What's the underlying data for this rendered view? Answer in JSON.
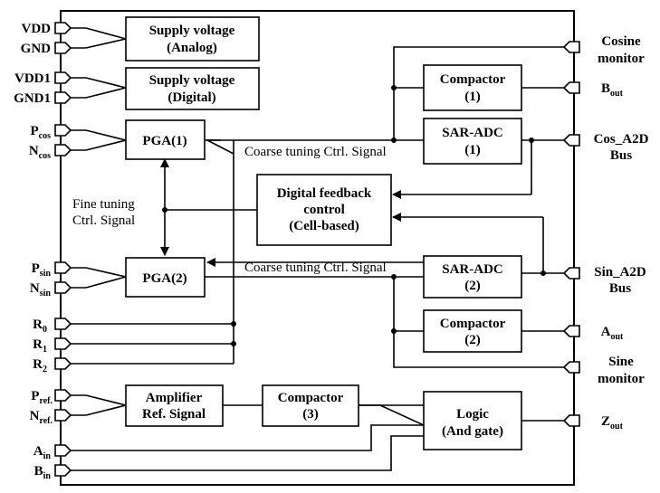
{
  "blocks": {
    "supply_analog": [
      "Supply voltage",
      "(Analog)"
    ],
    "supply_digital": [
      "Supply voltage",
      "(Digital)"
    ],
    "pga1": "PGA(1)",
    "pga2": "PGA(2)",
    "compactor1": [
      "Compactor",
      "(1)"
    ],
    "sar_adc1": [
      "SAR-ADC",
      "(1)"
    ],
    "digital_feedback": [
      "Digital feedback",
      "control",
      "(Cell-based)"
    ],
    "sar_adc2": [
      "SAR-ADC",
      "(2)"
    ],
    "compactor2": [
      "Compactor",
      "(2)"
    ],
    "amplifier": [
      "Amplifier",
      "Ref. Signal"
    ],
    "compactor3": [
      "Compactor",
      "(3)"
    ],
    "logic": [
      "Logic",
      "(And gate)"
    ]
  },
  "left_pins": {
    "vdd": "VDD",
    "gnd": "GND",
    "vdd1": "VDD1",
    "gnd1": "GND1",
    "pcos": {
      "main": "P",
      "sub": "cos"
    },
    "ncos": {
      "main": "N",
      "sub": "cos"
    },
    "psin": {
      "main": "P",
      "sub": "sin"
    },
    "nsin": {
      "main": "N",
      "sub": "sin"
    },
    "r0": {
      "main": "R",
      "sub": "0"
    },
    "r1": {
      "main": "R",
      "sub": "1"
    },
    "r2": {
      "main": "R",
      "sub": "2"
    },
    "pref": {
      "main": "P",
      "sub": "ref."
    },
    "nref": {
      "main": "N",
      "sub": "ref."
    },
    "ain": {
      "main": "A",
      "sub": "in"
    },
    "bin": {
      "main": "B",
      "sub": "in"
    }
  },
  "right_pins": {
    "cosine_monitor": [
      "Cosine",
      "monitor"
    ],
    "bout": {
      "main": "B",
      "sub": "out"
    },
    "cos_a2d": [
      "Cos_A2D",
      "Bus"
    ],
    "sin_a2d": [
      "Sin_A2D",
      "Bus"
    ],
    "aout": {
      "main": "A",
      "sub": "out"
    },
    "sine_monitor": [
      "Sine",
      "monitor"
    ],
    "zout": {
      "main": "Z",
      "sub": "out"
    }
  },
  "annotations": {
    "coarse1": "Coarse tuning Ctrl. Signal",
    "coarse2": "Coarse tuning Ctrl. Signal",
    "fine": [
      "Fine tuning",
      "Ctrl. Signal"
    ]
  }
}
